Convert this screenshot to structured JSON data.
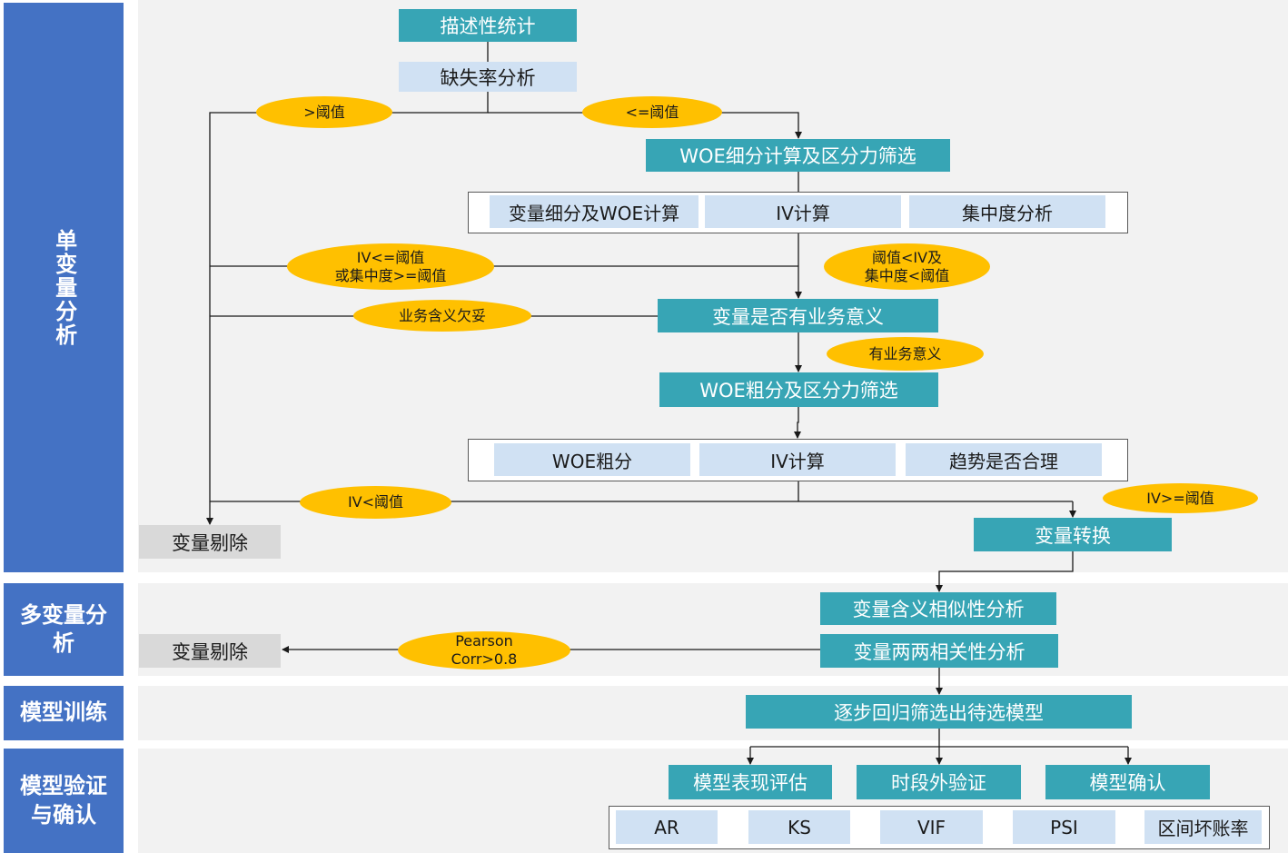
{
  "sections": {
    "univariate": "单变量分析",
    "multivariate": "多变量分析",
    "training": "模型训练",
    "validation": "模型验证与确认"
  },
  "nodes": {
    "descriptive_stats": "描述性统计",
    "missing_rate": "缺失率分析",
    "woe_fine": "WOE细分计算及区分力筛选",
    "var_fine_woe": "变量细分及WOE计算",
    "iv_calc_1": "IV计算",
    "concentration": "集中度分析",
    "business_meaning": "变量是否有业务意义",
    "woe_coarse": "WOE粗分及区分力筛选",
    "woe_coarse_item": "WOE粗分",
    "iv_calc_2": "IV计算",
    "trend": "趋势是否合理",
    "var_remove_1": "变量剔除",
    "var_transform": "变量转换",
    "similarity": "变量含义相似性分析",
    "correlation": "变量两两相关性分析",
    "var_remove_2": "变量剔除",
    "stepwise": "逐步回归筛选出待选模型",
    "performance": "模型表现评估",
    "oot": "时段外验证",
    "confirm": "模型确认",
    "metrics": [
      "AR",
      "KS",
      "VIF",
      "PSI",
      "区间坏账率"
    ]
  },
  "conditions": {
    "gt_threshold": ">阈值",
    "le_threshold": "<=阈值",
    "iv_le_or_conc_line1": "IV<=阈值",
    "iv_le_or_conc_line2": "或集中度>=阈值",
    "threshold_iv_line1": "阈值<IV及",
    "threshold_iv_line2": "集中度<阈值",
    "lacks_business": "业务含义欠妥",
    "has_business": "有业务意义",
    "iv_lt": "IV<阈值",
    "iv_ge": "IV>=阈值",
    "pearson_line1": "Pearson",
    "pearson_line2": "Corr>0.8"
  },
  "colors": {
    "section_blue": "#4472c4",
    "teal": "#37a5b5",
    "light_blue": "#d0e1f3",
    "condition_yellow": "#ffc000",
    "remove_grey": "#d9d9d9",
    "band_grey": "#f2f2f2"
  }
}
